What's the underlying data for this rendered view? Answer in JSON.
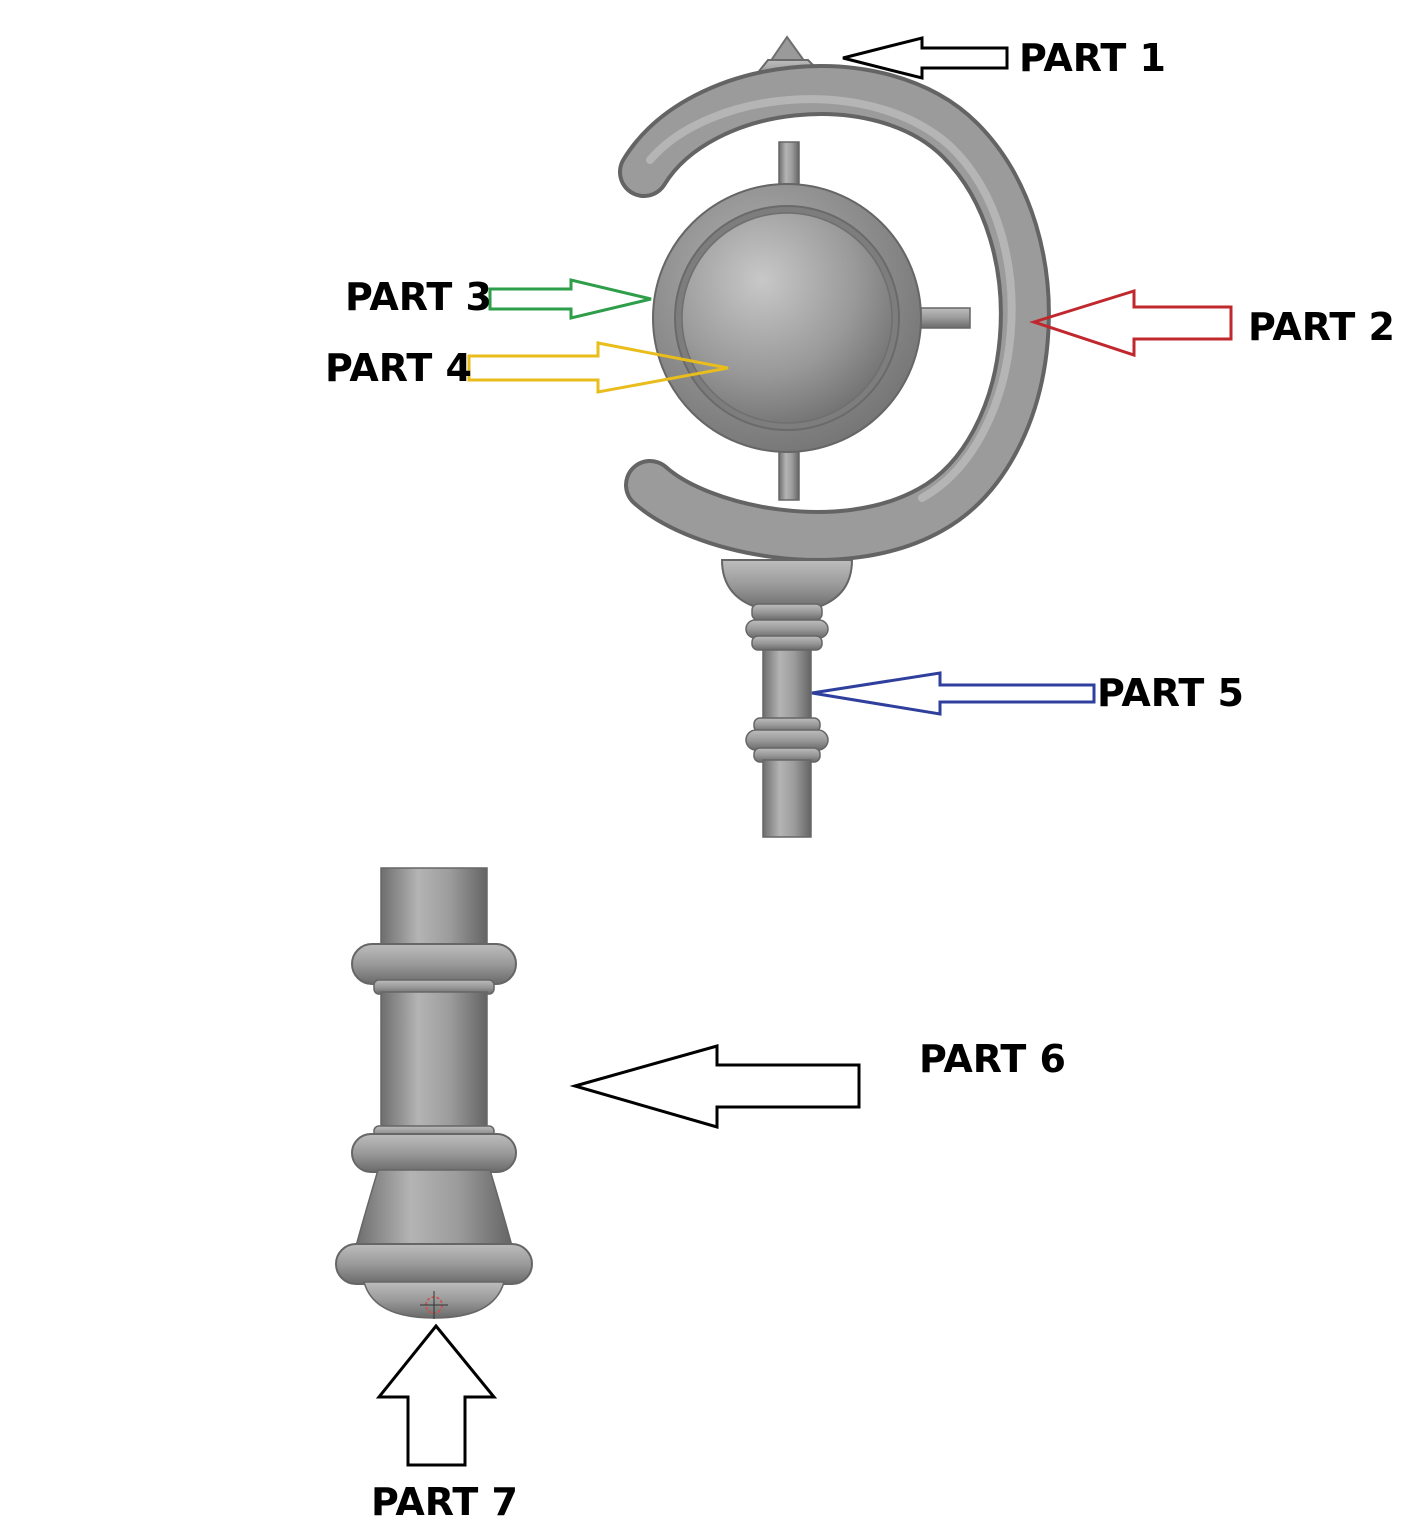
{
  "labels": {
    "part1": "PART 1",
    "part2": "PART 2",
    "part3": "PART 3",
    "part4": "PART 4",
    "part5": "PART 5",
    "part6": "PART 6",
    "part7": "PART 7"
  },
  "colors": {
    "part1_arrow": "#000000",
    "part2_arrow": "#c0282d",
    "part3_arrow": "#2e9e4a",
    "part4_arrow": "#e8bd1c",
    "part5_arrow": "#2f3f9e",
    "part6_arrow": "#000000",
    "part7_arrow": "#000000",
    "metal": "#8a8a8a"
  }
}
